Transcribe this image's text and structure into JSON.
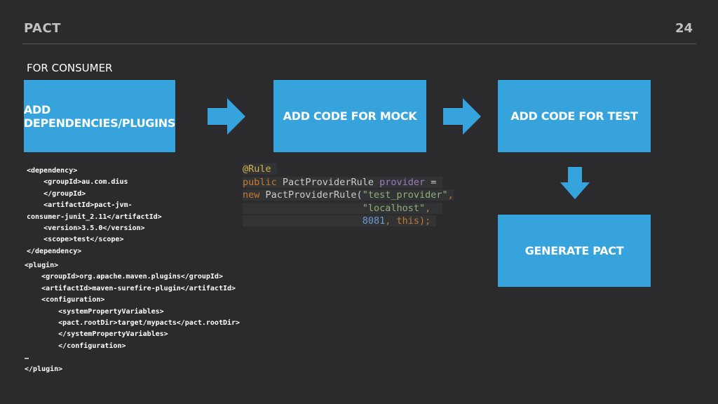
{
  "header": {
    "title": "PACT",
    "page_number": "24"
  },
  "section_label": "FOR CONSUMER",
  "steps": [
    {
      "label": "ADD DEPENDENCIES/PLUGINS"
    },
    {
      "label": "ADD CODE FOR MOCK"
    },
    {
      "label": "ADD CODE FOR TEST"
    },
    {
      "label": "GENERATE PACT"
    }
  ],
  "dependency_xml": [
    "<dependency>",
    "    <groupId>au.com.dius",
    "    </groupId>",
    "    <artifactId>pact-jvm-",
    "consumer-junit_2.11</artifactId>",
    "    <version>3.5.0</version>",
    "    <scope>test</scope>",
    "</dependency>"
  ],
  "plugin_xml": [
    "<plugin>",
    "    <groupId>org.apache.maven.plugins</groupId>",
    "    <artifactId>maven-surefire-plugin</artifactId>",
    "    <configuration>",
    "        <systemPropertyVariables>",
    "        <pact.rootDir>target/mypacts</pact.rootDir>",
    "        </systemPropertyVariables>",
    "        </configuration>",
    "…",
    "</plugin>"
  ],
  "code": {
    "annotation": "@Rule",
    "l2_kw": "public",
    "l2_type": " PactProviderRule ",
    "l2_var": "provider",
    "l2_eq": " =",
    "l3_kw": "new",
    "l3_call": " PactProviderRule(",
    "l3_str": "\"test_provider\"",
    "l3_comma": ",",
    "l4_indent": "                     ",
    "l4_str": "\"localhost\"",
    "l4_comma": ",",
    "l5_indent": "                     ",
    "l5_num": "8081",
    "l5_comma": ", ",
    "l5_kw": "this",
    "l5_end": ");"
  },
  "colors": {
    "background": "#2b2b2d",
    "box": "#36a3dc",
    "arrow": "#36a3dc"
  }
}
